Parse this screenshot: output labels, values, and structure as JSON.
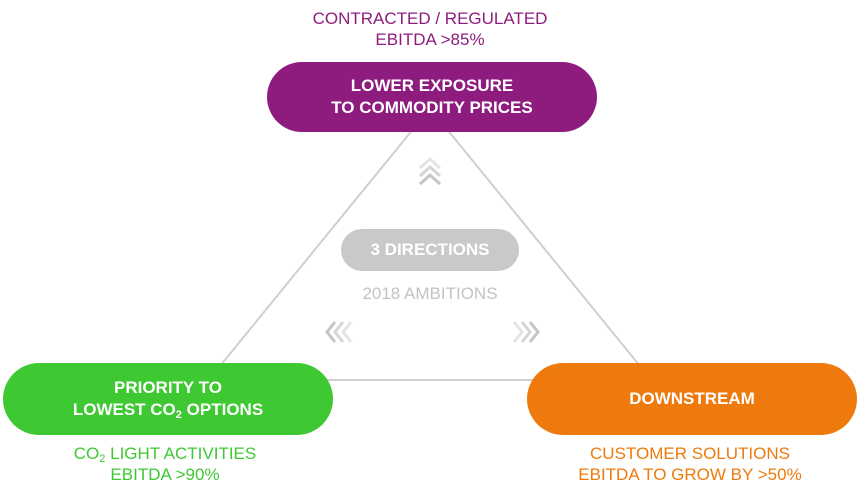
{
  "top": {
    "caption_line1": "CONTRACTED / REGULATED",
    "caption_line2": "EBITDA >85%",
    "pill_line1": "LOWER EXPOSURE",
    "pill_line2": "TO COMMODITY PRICES"
  },
  "left": {
    "pill_line1": "PRIORITY TO",
    "pill_line2_pre": "LOWEST CO",
    "pill_line2_sub": "2",
    "pill_line2_post": " OPTIONS",
    "caption_line1_pre": "CO",
    "caption_line1_sub": "2",
    "caption_line1_post": " LIGHT ACTIVITIES",
    "caption_line2": "EBITDA >90%"
  },
  "right": {
    "pill_label": "DOWNSTREAM",
    "caption_line1": "CUSTOMER SOLUTIONS",
    "caption_line2": "EBITDA TO GROW BY >50%"
  },
  "center": {
    "title": "3 DIRECTIONS",
    "subtitle": "2018 AMBITIONS"
  },
  "colors": {
    "top": "#8e1c7e",
    "left": "#3ec832",
    "right": "#ee7a0d",
    "neutral": "#c9c9c9"
  }
}
